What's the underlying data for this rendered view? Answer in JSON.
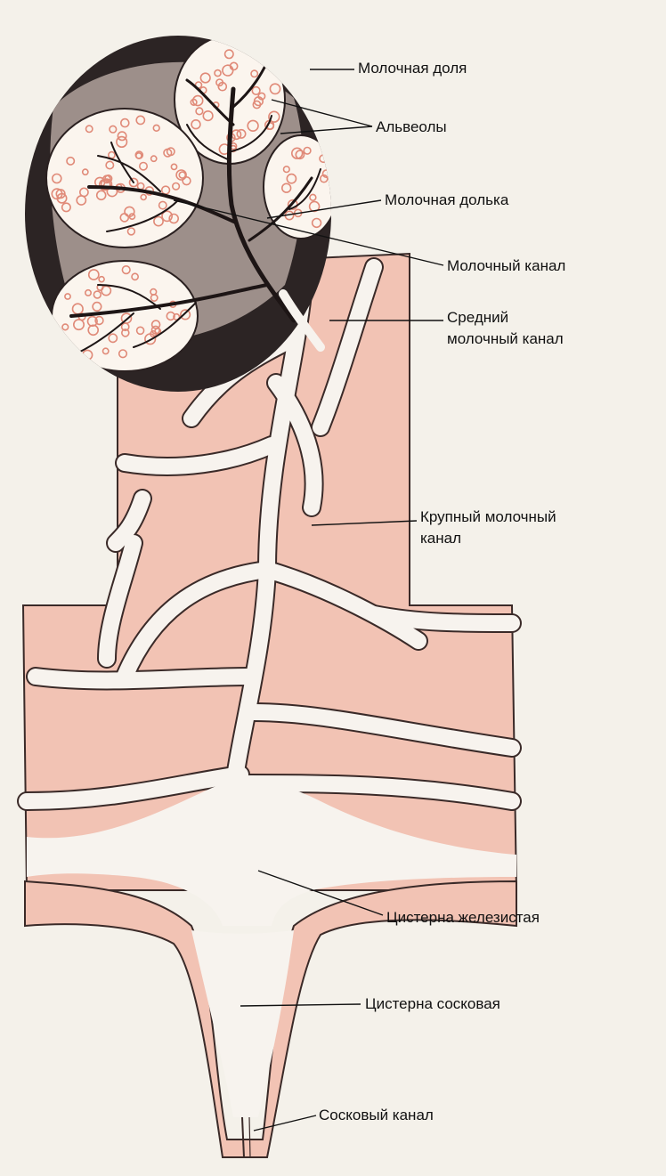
{
  "diagram": {
    "labels": {
      "milk_lobe": "Молочная доля",
      "alveoli": "Альвеолы",
      "lobule": "Молочная долька",
      "milk_duct": "Молочный канал",
      "middle_duct_line1": "Средний",
      "middle_duct_line2": "молочный канал",
      "large_duct_line1": "Крупный молочный",
      "large_duct_line2": "канал",
      "gland_cistern": "Цистерна железистая",
      "teat_cistern": "Цистерна сосковая",
      "teat_canal": "Сосковый канал"
    },
    "colors": {
      "tissue": "#f2c3b4",
      "tissue_edge": "#3a2a28",
      "lobe_dark": "#2c2424",
      "alveolus_fill": "#fbf5ee",
      "alveolus_ring": "#e08a78",
      "duct": "#f7f3ee",
      "paper": "#f4f1ea"
    }
  }
}
